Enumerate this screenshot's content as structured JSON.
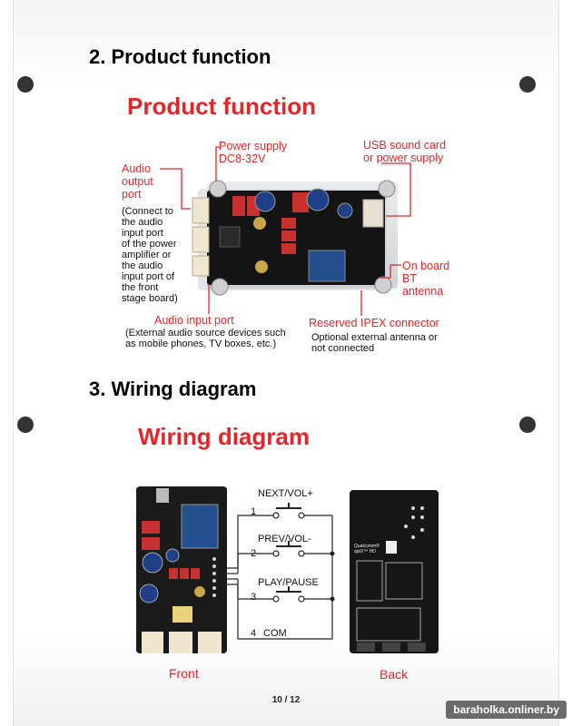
{
  "section2": {
    "heading": "2. Product function",
    "title": "Product function",
    "labels": {
      "power_supply_1": "Power supply",
      "power_supply_2": "DC8-32V",
      "usb_1": "USB sound card",
      "usb_2": "or power supply",
      "audio_out_1": "Audio",
      "audio_out_2": "output",
      "audio_out_3": "port",
      "audio_out_desc": [
        "(Connect to",
        "the audio",
        "input port",
        "of the power",
        "amplifier or",
        "the audio",
        "input port of",
        "the front",
        "stage board)"
      ],
      "bt_1": "On board",
      "bt_2": "BT",
      "bt_3": "antenna",
      "audio_in": "Audio input port",
      "audio_in_desc_1": "(External audio source devices such",
      "audio_in_desc_2": "as mobile phones, TV boxes, etc.)",
      "ipex": "Reserved IPEX connector",
      "ipex_desc_1": "Optional external antenna or",
      "ipex_desc_2": "not connected"
    }
  },
  "section3": {
    "heading": "3. Wiring diagram",
    "title": "Wiring diagram",
    "buttons": [
      {
        "num": "1",
        "label": "NEXT/VOL+"
      },
      {
        "num": "2",
        "label": "PREV/VOL-"
      },
      {
        "num": "3",
        "label": "PLAY/PAUSE"
      }
    ],
    "com_num": "4",
    "com_label": "COM",
    "front_label": "Front",
    "back_label": "Back",
    "back_chip_text_1": "Qualcomm®",
    "back_chip_text_2": "aptX™ HD"
  },
  "footer": {
    "page": "10 / 12"
  },
  "watermark": "baraholka.onliner.by",
  "colors": {
    "accent_red": "#e4262a",
    "pcb": "#1a1a1a",
    "cap_blue": "#1f3f86",
    "relay_red": "#c83030"
  }
}
